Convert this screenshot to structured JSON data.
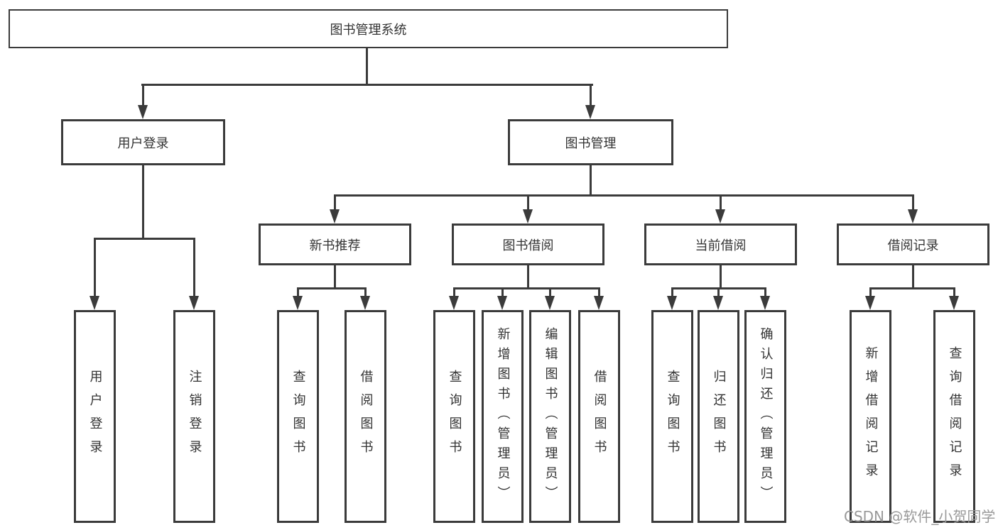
{
  "diagram": {
    "title": "图书管理系统",
    "type": "hierarchy-tree",
    "nodes": {
      "root": "图书管理系统",
      "user_login": "用户登录",
      "book_mgmt": "图书管理",
      "new_book_rec": "新书推荐",
      "book_borrow": "图书借阅",
      "current_borrow": "当前借阅",
      "borrow_record": "借阅记录",
      "leaf_user_login": "用户登录",
      "leaf_logout": "注销登录",
      "leaf_rec_query": "查询图书",
      "leaf_rec_borrow": "借阅图书",
      "leaf_bb_query": "查询图书",
      "leaf_bb_add": "新增图书（管理员）",
      "leaf_bb_edit": "编辑图书（管理员）",
      "leaf_bb_borrow": "借阅图书",
      "leaf_cb_query": "查询图书",
      "leaf_cb_return": "归还图书",
      "leaf_cb_confirm": "确认归还（管理员）",
      "leaf_br_add": "新增借阅记录",
      "leaf_br_query": "查询借阅记录"
    },
    "hierarchy": [
      {
        "parent": "图书管理系统",
        "children": [
          "用户登录",
          "图书管理"
        ]
      },
      {
        "parent": "用户登录",
        "children": [
          "用户登录",
          "注销登录"
        ]
      },
      {
        "parent": "图书管理",
        "children": [
          "新书推荐",
          "图书借阅",
          "当前借阅",
          "借阅记录"
        ]
      },
      {
        "parent": "新书推荐",
        "children": [
          "查询图书",
          "借阅图书"
        ]
      },
      {
        "parent": "图书借阅",
        "children": [
          "查询图书",
          "新增图书（管理员）",
          "编辑图书（管理员）",
          "借阅图书"
        ]
      },
      {
        "parent": "当前借阅",
        "children": [
          "查询图书",
          "归还图书",
          "确认归还（管理员）"
        ]
      },
      {
        "parent": "借阅记录",
        "children": [
          "新增借阅记录",
          "查询借阅记录"
        ]
      }
    ]
  },
  "watermark": "CSDN @软件_小贺同学",
  "colors": {
    "background": "#ffffff",
    "line": "#3b3b3b",
    "box_border": "#3b3b3b",
    "text": "#333333",
    "watermark": "#999999"
  }
}
